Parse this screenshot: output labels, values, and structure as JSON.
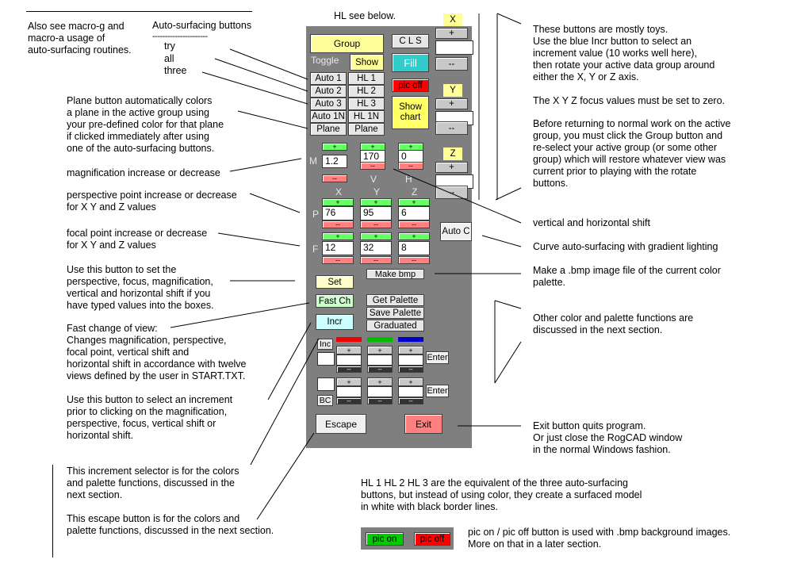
{
  "annotations": {
    "macro_note": "Also see macro-g and\nmacro-a  usage of\nauto-surfacing routines.",
    "auto_title": "Auto-surfacing buttons",
    "auto_rule": "----------------------",
    "auto_list": "try\nall\nthree",
    "hl_note": "HL  see below.",
    "plane_note": "Plane button automatically colors\na plane in the active group using\nyour pre-defined color for that plane\nif clicked immediately after using\none of the auto-surfacing buttons.",
    "mag_note": "magnification increase or decrease",
    "persp_note": "perspective point increase or decrease\nfor X  Y  and  Z values",
    "focal_note": "focal point increase or decrease\nfor X  Y  and  Z values",
    "set_note": "Use this button to set the\nperspective, focus, magnification,\nvertical and horizontal shift if you\nhave typed values into the boxes.",
    "fast_note": "Fast change of view:\nChanges magnification, perspective,\nfocal point, vertical shift and\nhorizontal shift in accordance with twelve\nviews defined by the user in START.TXT.",
    "incr_note": "Use this button to select an increment\nprior to clicking on the magnification,\nperspective, focus, vertical shift or\nhorizontal shift.",
    "inc_sel_note": "This increment selector is for the colors\nand palette functions, discussed in the\nnext section.",
    "escape_note": "This escape button is for the colors and\npalette functions, discussed  in the next section.",
    "toys_note": "These buttons are mostly toys.\nUse the blue Incr button to select an\nincrement value (10 works well here),\nthen rotate your active data group around\neither the X, Y or Z axis.",
    "xyz_note": "The X Y Z focus values must be set to zero.",
    "return_note": "Before returning to normal work on the active\ngroup, you must click the Group button and\nre-select your active group (or some other\ngroup) which will restore whatever view was\ncurrent prior to playing with the rotate\nbuttons.",
    "shift_note": "vertical and horizontal shift",
    "curve_note": "Curve auto-surfacing with gradient lighting",
    "bmp_note": "Make a .bmp image file of the current color\npalette.",
    "other_note": "Other color and palette functions are\ndiscussed  in the next section.",
    "exit_note": "Exit button quits program.\nOr just close the RogCAD window\nin the normal Windows fashion.",
    "hl_desc": "HL 1   HL 2   HL 3   are the equivalent of the three auto-surfacing\nbuttons, but instead of using color, they create a surfaced model\nin white with black border lines.",
    "pic_note": "pic on / pic off button is used with .bmp background images.\nMore on that in a later section."
  },
  "panel": {
    "group": "Group",
    "toggle": "Toggle",
    "show": "Show",
    "cls": "C L S",
    "fill": "Fill",
    "pic_off": "pic off",
    "show_chart": "Show\nchart",
    "auto": [
      "Auto 1",
      "Auto 2",
      "Auto 3",
      "Auto 1N",
      "Plane"
    ],
    "hl": [
      "HL 1",
      "HL 2",
      "HL 3",
      "HL 1N",
      "Plane"
    ],
    "plus": "+",
    "minus": "--",
    "row_m": "M",
    "row_p": "P",
    "row_f": "F",
    "mag": "1.2",
    "v": "170",
    "h": "0",
    "label_v": "V",
    "label_h": "H",
    "label_x": "X",
    "label_y": "Y",
    "label_z": "Z",
    "p": [
      "76",
      "95",
      "6"
    ],
    "f": [
      "12",
      "32",
      "8"
    ],
    "auto_c": "Auto C",
    "make_bmp": "Make bmp",
    "set": "Set",
    "fast_ch": "Fast Ch",
    "incr": "Incr",
    "get_palette": "Get  Palette",
    "save_palette": "Save  Palette",
    "graduated": "Graduated",
    "inc": "Inc",
    "enter": "Enter",
    "bc": "BC",
    "escape": "Escape",
    "exit": "Exit"
  },
  "rotate": {
    "x": "X",
    "y": "Y",
    "z": "Z",
    "plus": "+",
    "minus": "--"
  },
  "pic_demo": {
    "on": "pic on",
    "off": "pic off"
  },
  "colors": {
    "panel": "#7f7f7f",
    "group_yellow": "#ffff99",
    "fill_teal": "#33cccc",
    "pic_off_red": "#ff0000",
    "pic_on_green": "#00cc00",
    "plus_green": "#66ff66",
    "minus_red": "#ff8080",
    "incr_blue": "#ccffff",
    "exit_pink": "#ff8080"
  }
}
